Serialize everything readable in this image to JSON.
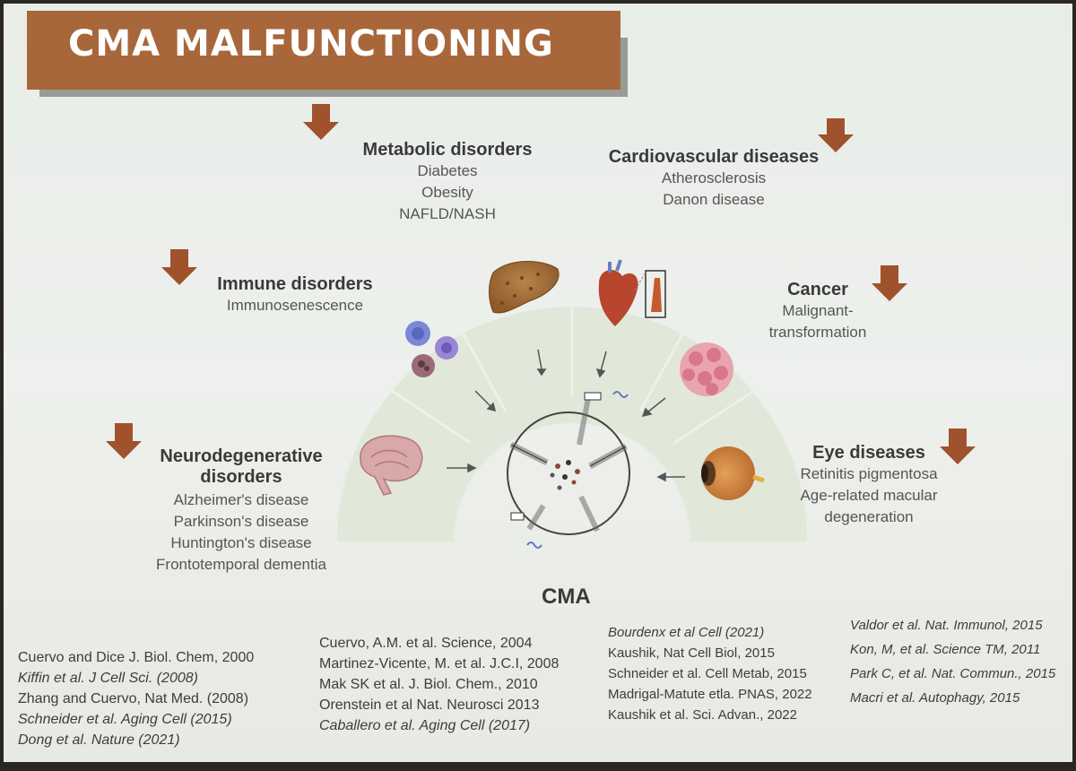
{
  "title": "CMA MALFUNCTIONING",
  "center_label": "CMA",
  "colors": {
    "title_bg": "#a8673a",
    "arrow": "#a0522d",
    "background": "#ecefeb"
  },
  "categories": {
    "metabolic": {
      "heading": "Metabolic disorders",
      "items": [
        "Diabetes",
        "Obesity",
        "NAFLD/NASH"
      ]
    },
    "cardiovascular": {
      "heading": "Cardiovascular diseases",
      "items": [
        "Atherosclerosis",
        "Danon disease"
      ]
    },
    "immune": {
      "heading": "Immune disorders",
      "items": [
        "Immunosenescence"
      ]
    },
    "cancer": {
      "heading": "Cancer",
      "items": [
        "Malignant-",
        "transformation"
      ]
    },
    "neuro": {
      "heading": [
        "Neurodegenerative",
        "disorders"
      ],
      "items": [
        "Alzheimer's disease",
        "Parkinson's disease",
        "Huntington's disease",
        "Frontotemporal dementia"
      ]
    },
    "eye": {
      "heading": "Eye diseases",
      "items": [
        "Retinitis pigmentosa",
        "Age-related macular",
        "degeneration"
      ]
    }
  },
  "references": {
    "col1": [
      "Cuervo and Dice J. Biol. Chem, 2000",
      "Kiffin et al. J Cell Sci. (2008)",
      "Zhang and Cuervo, Nat  Med. (2008)",
      "Schneider et al. Aging Cell (2015)",
      "Dong et al. Nature (2021)"
    ],
    "col2": [
      "Cuervo, A.M. et al. Science, 2004",
      "Martinez-Vicente, M. et al. J.C.I, 2008",
      "Mak SK et al. J. Biol. Chem., 2010",
      "Orenstein et al Nat. Neurosci 2013",
      "Caballero et al. Aging Cell (2017)"
    ],
    "col3": [
      "Bourdenx et al Cell (2021)",
      "Kaushik, Nat Cell Biol,  2015",
      "Schneider et al. Cell Metab, 2015",
      "Madrigal-Matute etla. PNAS, 2022",
      "Kaushik et al. Sci. Advan., 2022"
    ],
    "col4": [
      "Valdor et al.  Nat. Immunol, 2015",
      "Kon, M, et al.  Science TM, 2011",
      "Park C, et al. Nat. Commun., 2015",
      "Macri et al. Autophagy,  2015"
    ]
  }
}
